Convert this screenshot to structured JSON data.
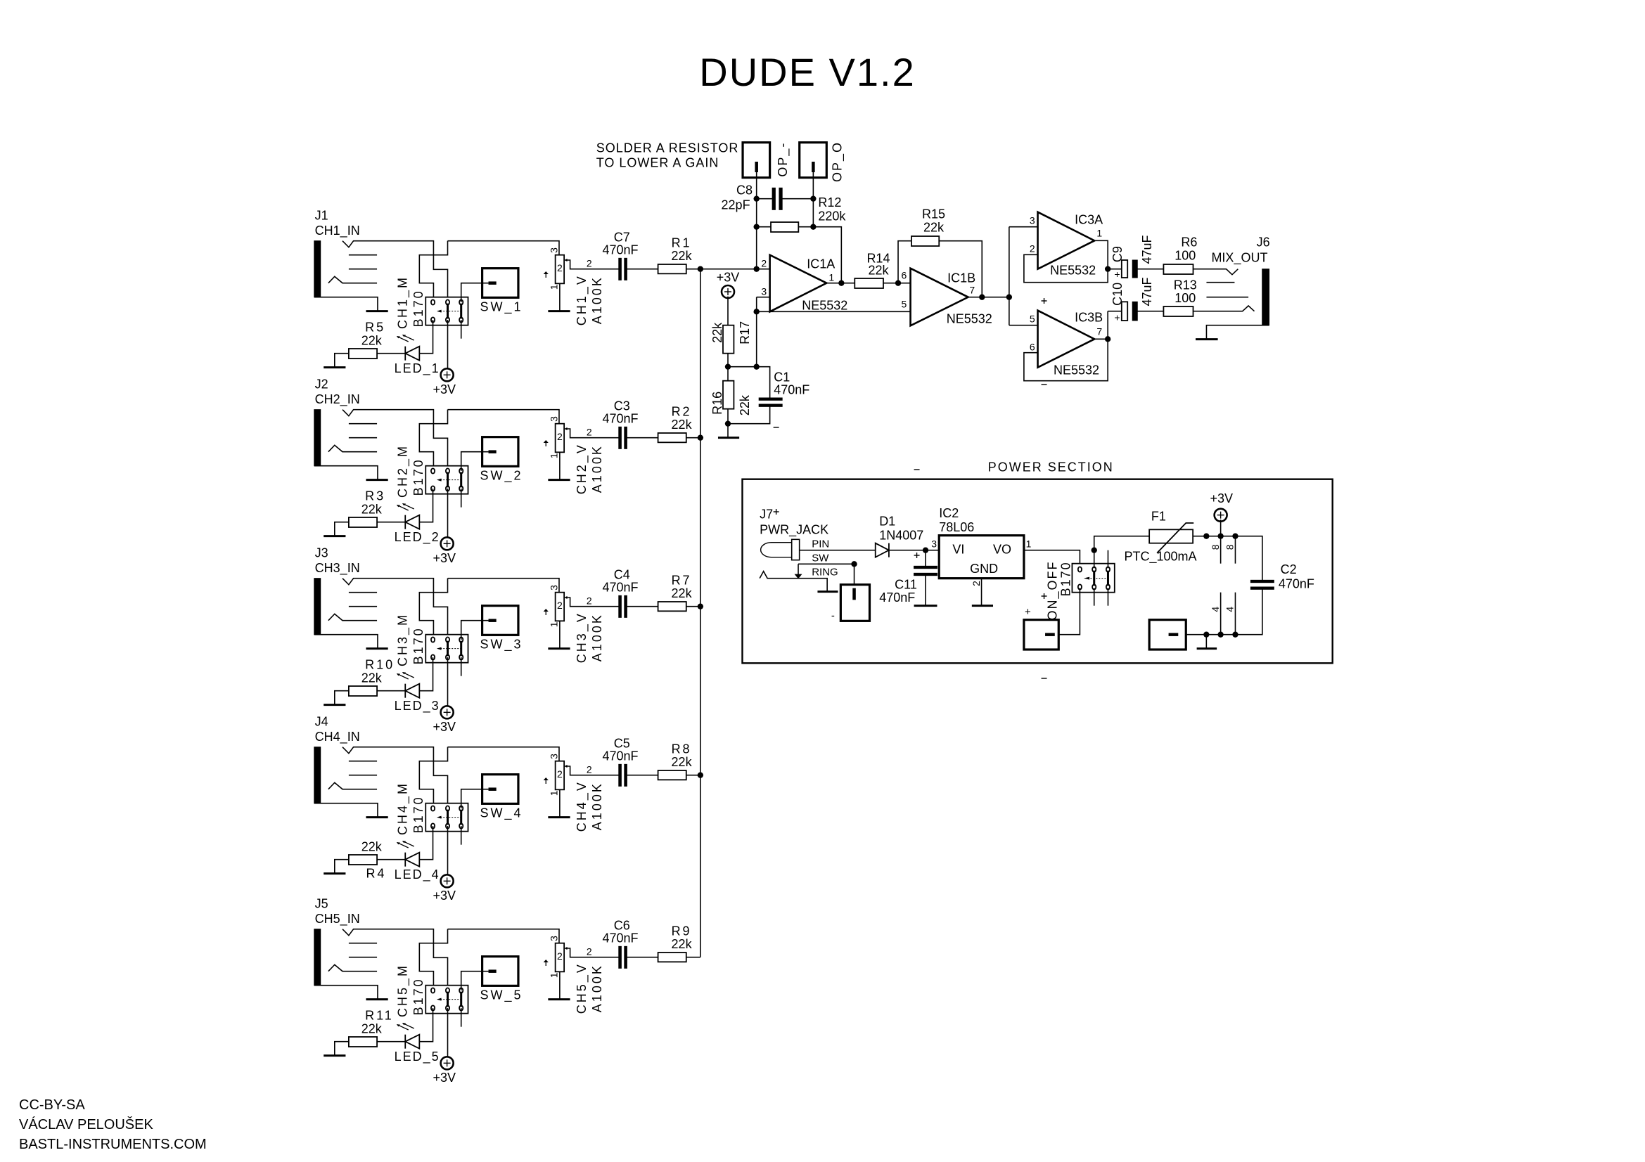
{
  "title": "DUDE V1.2",
  "credits": [
    "CC-BY-SA",
    "VÁCLAV PELOUŠEK",
    "BASTL-INSTRUMENTS.COM"
  ],
  "channels": [
    {
      "jack": "J1",
      "input": "CH1_IN",
      "mute": "CH1_M",
      "switch_type": "B170",
      "sw": "SW_1",
      "resistor": "R5",
      "resistor_value": "22k",
      "led": "LED_1",
      "supply": "+3V",
      "pot": "CH1_V",
      "pot_value": "A100K",
      "pot_pins": [
        "3",
        "2",
        "1"
      ],
      "wiper_pin": "2",
      "cap": "C7",
      "cap_value": "470nF",
      "mix_resistor": "R1",
      "mix_value": "22k"
    },
    {
      "jack": "J2",
      "input": "CH2_IN",
      "mute": "CH2_M",
      "switch_type": "B170",
      "sw": "SW_2",
      "resistor": "R3",
      "resistor_value": "22k",
      "led": "LED_2",
      "supply": "+3V",
      "pot": "CH2_V",
      "pot_value": "A100K",
      "pot_pins": [
        "3",
        "2",
        "1"
      ],
      "wiper_pin": "2",
      "cap": "C3",
      "cap_value": "470nF",
      "mix_resistor": "R2",
      "mix_value": "22k"
    },
    {
      "jack": "J3",
      "input": "CH3_IN",
      "mute": "CH3_M",
      "switch_type": "B170",
      "sw": "SW_3",
      "resistor": "R10",
      "resistor_value": "22k",
      "led": "LED_3",
      "supply": "+3V",
      "pot": "CH3_V",
      "pot_value": "A100K",
      "pot_pins": [
        "3",
        "2",
        "1"
      ],
      "wiper_pin": "2",
      "cap": "C4",
      "cap_value": "470nF",
      "mix_resistor": "R7",
      "mix_value": "22k"
    },
    {
      "jack": "J4",
      "input": "CH4_IN",
      "mute": "CH4_M",
      "switch_type": "B170",
      "sw": "SW_4",
      "resistor": "R4",
      "resistor_value": "22k",
      "led": "LED_4",
      "supply": "+3V",
      "pot": "CH4_V",
      "pot_value": "A100K",
      "pot_pins": [
        "3",
        "2",
        "1"
      ],
      "wiper_pin": "2",
      "cap": "C5",
      "cap_value": "470nF",
      "mix_resistor": "R8",
      "mix_value": "22k"
    },
    {
      "jack": "J5",
      "input": "CH5_IN",
      "mute": "CH5_M",
      "switch_type": "B170",
      "sw": "SW_5",
      "resistor": "R11",
      "resistor_value": "22k",
      "led": "LED_5",
      "supply": "+3V",
      "pot": "CH5_V",
      "pot_value": "A100K",
      "pot_pins": [
        "3",
        "2",
        "1"
      ],
      "wiper_pin": "2",
      "cap": "C6",
      "cap_value": "470nF",
      "mix_resistor": "R9",
      "mix_value": "22k"
    }
  ],
  "mixer": {
    "note": [
      "SOLDER A RESISTOR",
      "TO LOWER A GAIN"
    ],
    "jumpers": [
      "OP_-",
      "OP_O"
    ],
    "c8": {
      "ref": "C8",
      "value": "22pF"
    },
    "r12": {
      "ref": "R12",
      "value": "220k"
    },
    "r14": {
      "ref": "R14",
      "value": "22k"
    },
    "r15": {
      "ref": "R15",
      "value": "22k"
    },
    "r17": {
      "ref": "R17",
      "value": "22k"
    },
    "r16": {
      "ref": "R16",
      "value": "22k"
    },
    "c1": {
      "ref": "C1",
      "value": "470nF"
    },
    "supply": "+3V",
    "ic1a": {
      "ref": "IC1A",
      "part": "NE5532",
      "pins": [
        "2",
        "3",
        "1"
      ]
    },
    "ic1b": {
      "ref": "IC1B",
      "part": "NE5532",
      "pins": [
        "6",
        "5",
        "7"
      ]
    },
    "ic3a": {
      "ref": "IC3A",
      "part": "NE5532",
      "pins": [
        "3",
        "2",
        "1"
      ]
    },
    "ic3b": {
      "ref": "IC3B",
      "part": "NE5532",
      "pins": [
        "5",
        "6",
        "7"
      ]
    },
    "c9": {
      "ref": "C9",
      "value": "47uF",
      "polarity": "+"
    },
    "c10": {
      "ref": "C10",
      "value": "47uF",
      "polarity": "+"
    },
    "r6": {
      "ref": "R6",
      "value": "100"
    },
    "r13": {
      "ref": "R13",
      "value": "100"
    },
    "j6": {
      "ref": "J6",
      "label": "MIX_OUT"
    }
  },
  "power": {
    "title": "POWER SECTION",
    "j7": {
      "ref": "J7",
      "label": "PWR_JACK",
      "pins": [
        "PIN",
        "SW",
        "RING"
      ]
    },
    "d1": {
      "ref": "D1",
      "value": "1N4007"
    },
    "ic2": {
      "ref": "IC2",
      "part": "78L06",
      "vi": "VI",
      "vo": "VO",
      "gnd": "GND",
      "pin_in": "3",
      "pin_out": "1",
      "pin_gnd": "2"
    },
    "c11": {
      "ref": "C11",
      "value": "470nF"
    },
    "switch": {
      "ref": "ON_OFF",
      "type": "B170"
    },
    "f1": {
      "ref": "F1",
      "value": "PTC_100mA"
    },
    "supply": "+3V",
    "c2": {
      "ref": "C2",
      "value": "470nF"
    },
    "terminal_plus": "+",
    "terminal_minus": "-",
    "battery_pins": [
      "8",
      "8",
      "4",
      "4"
    ]
  }
}
